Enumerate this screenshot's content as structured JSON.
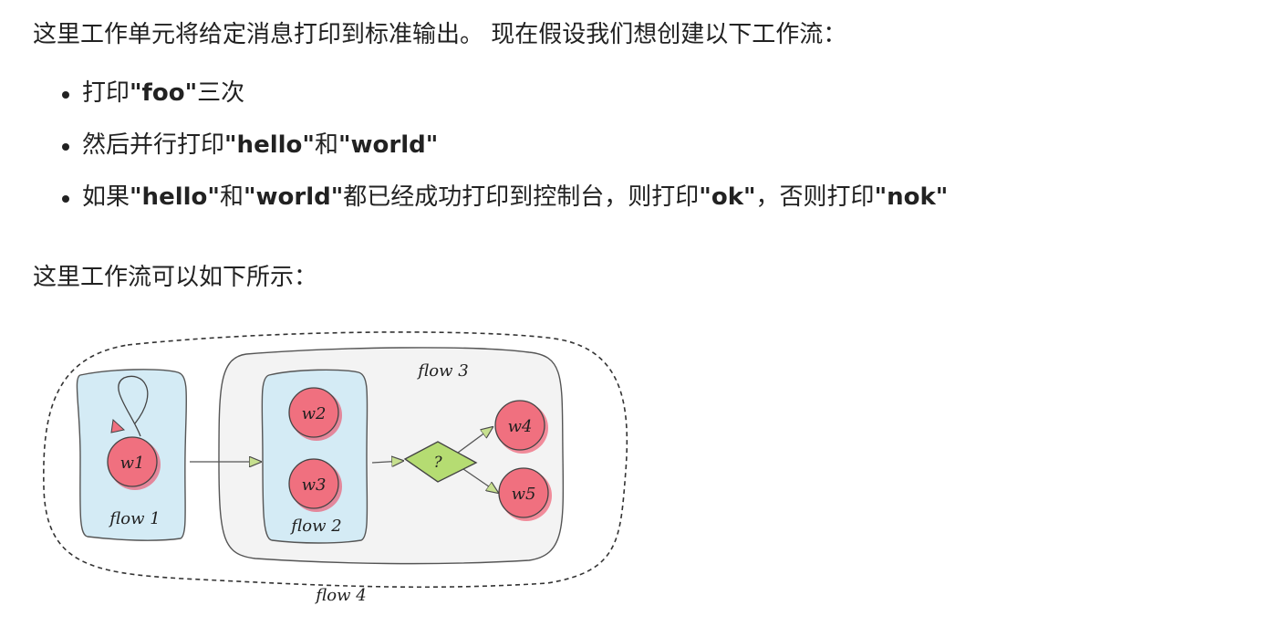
{
  "intro_text": "这里工作单元将给定消息打印到标准输出。 现在假设我们想创建以下工作流：",
  "steps": [
    {
      "parts": [
        {
          "text": "打印",
          "bold": false
        },
        {
          "text": "\"foo\"",
          "bold": true
        },
        {
          "text": "三次",
          "bold": false
        }
      ]
    },
    {
      "parts": [
        {
          "text": "然后并行打印",
          "bold": false
        },
        {
          "text": "\"hello\"",
          "bold": true
        },
        {
          "text": "和",
          "bold": false
        },
        {
          "text": "\"world\"",
          "bold": true
        }
      ]
    },
    {
      "parts": [
        {
          "text": "如果",
          "bold": false
        },
        {
          "text": "\"hello\"",
          "bold": true
        },
        {
          "text": "和",
          "bold": false
        },
        {
          "text": "\"world\"",
          "bold": true
        },
        {
          "text": "都已经成功打印到控制台，则打印",
          "bold": false
        },
        {
          "text": "\"ok\"",
          "bold": true
        },
        {
          "text": "，否则打印",
          "bold": false
        },
        {
          "text": "\"nok\"",
          "bold": true
        }
      ]
    }
  ],
  "flow_caption": "这里工作流可以如下所示：",
  "diagram": {
    "flows": {
      "flow1": "flow 1",
      "flow2": "flow 2",
      "flow3": "flow 3",
      "flow4": "flow 4"
    },
    "nodes": {
      "w1": "w1",
      "w2": "w2",
      "w3": "w3",
      "w4": "w4",
      "w5": "w5"
    },
    "decision": "?",
    "colors": {
      "node_fill": "#f0707f",
      "node_shadow": "#ee3450",
      "flow_panel_fill": "#d4ebf5",
      "outer_panel_fill": "#f3f3f3",
      "decision_fill": "#b5dc72",
      "stroke": "#333333"
    }
  }
}
